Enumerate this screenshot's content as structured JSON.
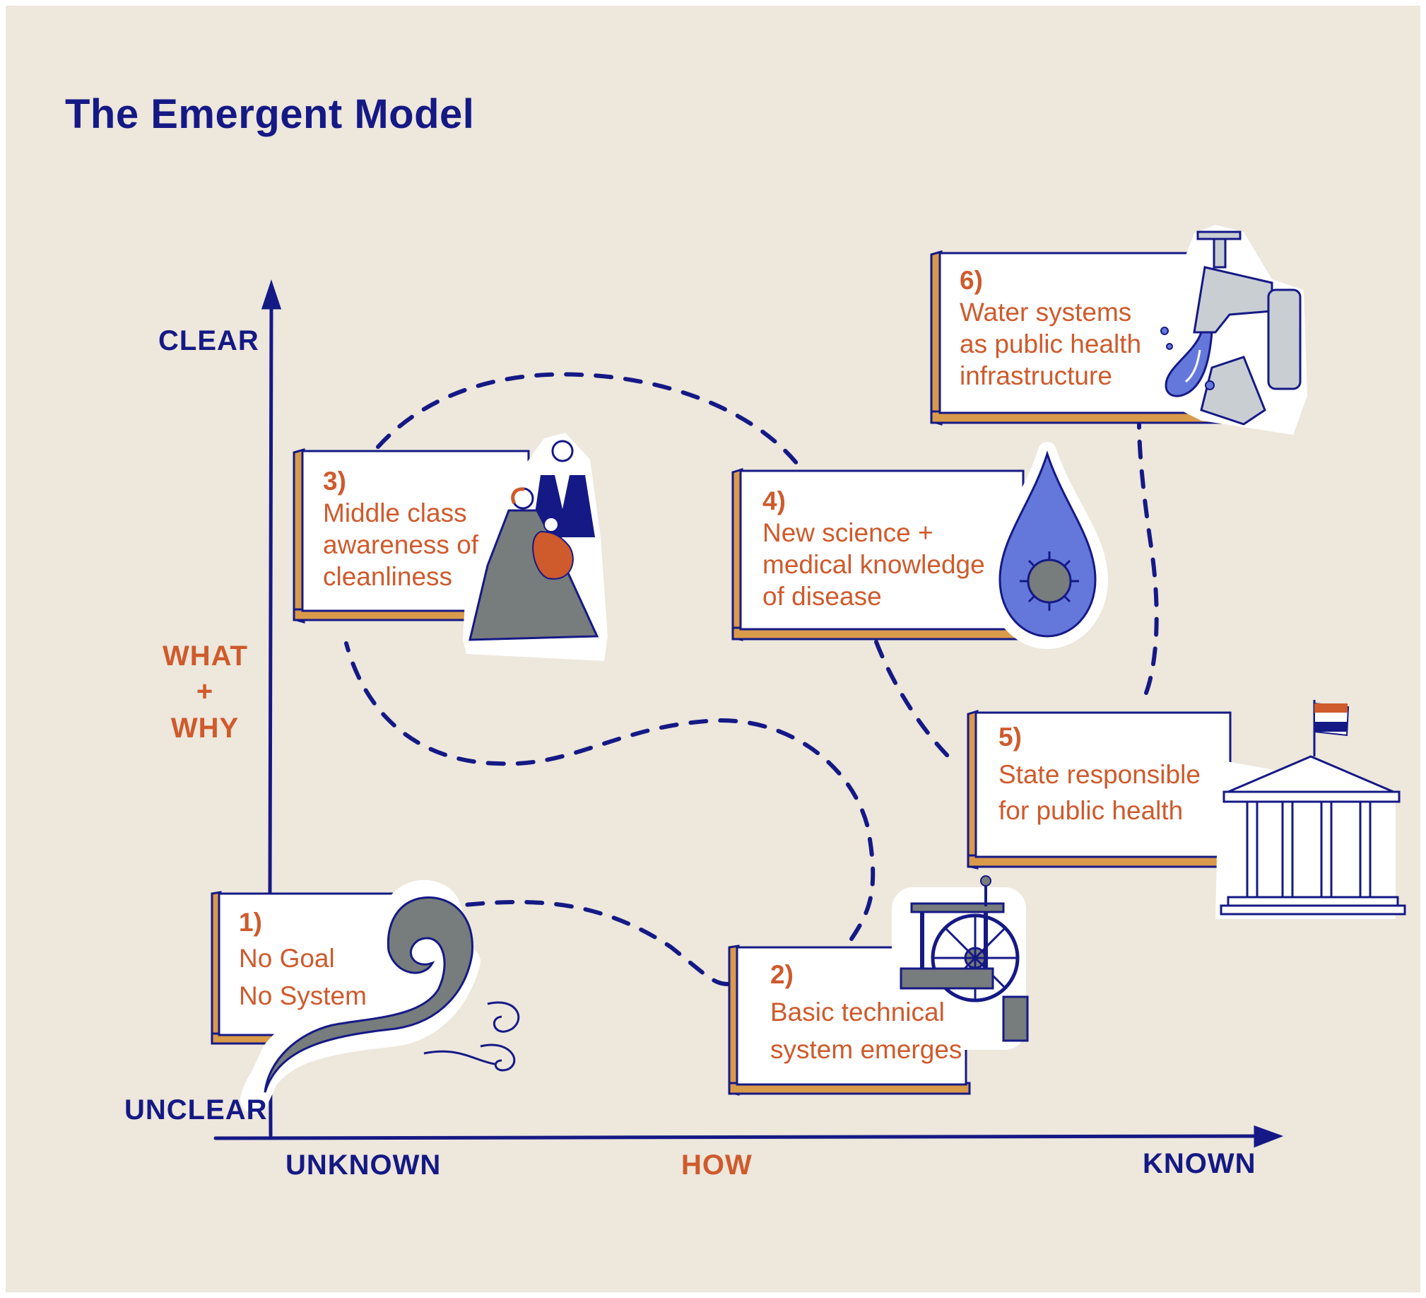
{
  "title": "The Emergent Model",
  "axes": {
    "y_top": "CLEAR",
    "y_bottom": "UNCLEAR",
    "y_middle": [
      "WHAT",
      "+",
      "WHY"
    ],
    "x_left": "UNKNOWN",
    "x_middle": "HOW",
    "x_right": "KNOWN"
  },
  "steps": [
    {
      "number": "1)",
      "lines": [
        "No Goal",
        "No System"
      ],
      "illustration": "wave-icon"
    },
    {
      "number": "2)",
      "lines": [
        "Basic technical",
        "system emerges"
      ],
      "illustration": "pump-machine-icon"
    },
    {
      "number": "3)",
      "lines": [
        "Middle class",
        "awareness of",
        "cleanliness"
      ],
      "illustration": "victorian-family-icon"
    },
    {
      "number": "4)",
      "lines": [
        "New science +",
        "medical knowledge",
        "of disease"
      ],
      "illustration": "virus-droplet-icon"
    },
    {
      "number": "5)",
      "lines": [
        "State responsible",
        "for public health"
      ],
      "illustration": "government-building-icon"
    },
    {
      "number": "6)",
      "lines": [
        "Water systems",
        "as public health",
        "infrastructure"
      ],
      "illustration": "water-tap-icon"
    }
  ],
  "colors": {
    "background": "#ede7dc",
    "navy": "#151985",
    "orange": "#cf5a2c",
    "card_shadow": "#d99a4a"
  }
}
